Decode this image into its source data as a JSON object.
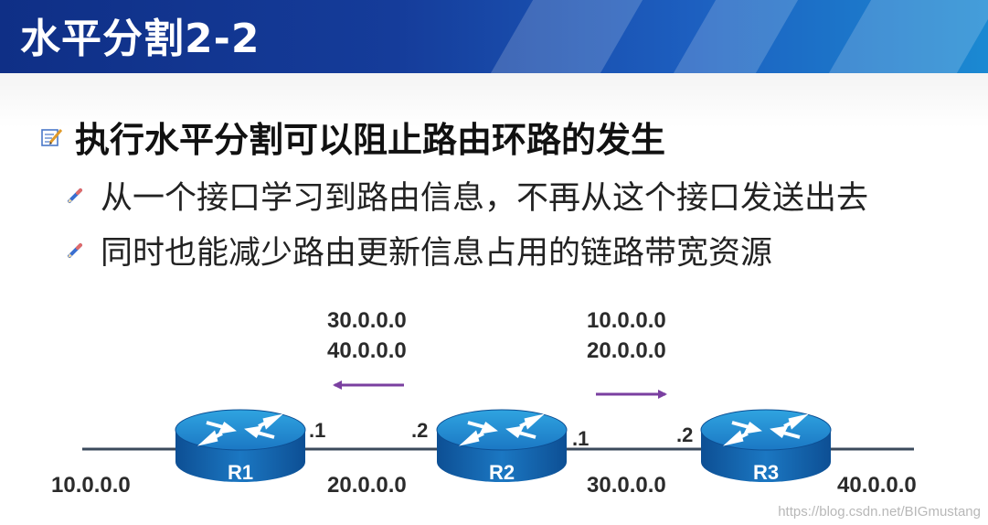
{
  "slide": {
    "title": "水平分割2-2",
    "bullet_main": "执行水平分割可以阻止路由环路的发生",
    "bullets": [
      "从一个接口学习到路由信息，不再从这个接口发送出去",
      "同时也能减少路由更新信息占用的链路带宽资源"
    ]
  },
  "diagram": {
    "routers": [
      {
        "label": "R1"
      },
      {
        "label": "R2"
      },
      {
        "label": "R3"
      }
    ],
    "networks": [
      "10.0.0.0",
      "20.0.0.0",
      "30.0.0.0",
      "40.0.0.0"
    ],
    "interfaces": [
      ".1",
      ".2",
      ".1",
      ".2"
    ],
    "updates_left": [
      "30.0.0.0",
      "40.0.0.0"
    ],
    "updates_right": [
      "10.0.0.0",
      "20.0.0.0"
    ],
    "arrow_color": "#7a3fa0"
  },
  "watermark": "https://blog.csdn.net/BIGmustang"
}
